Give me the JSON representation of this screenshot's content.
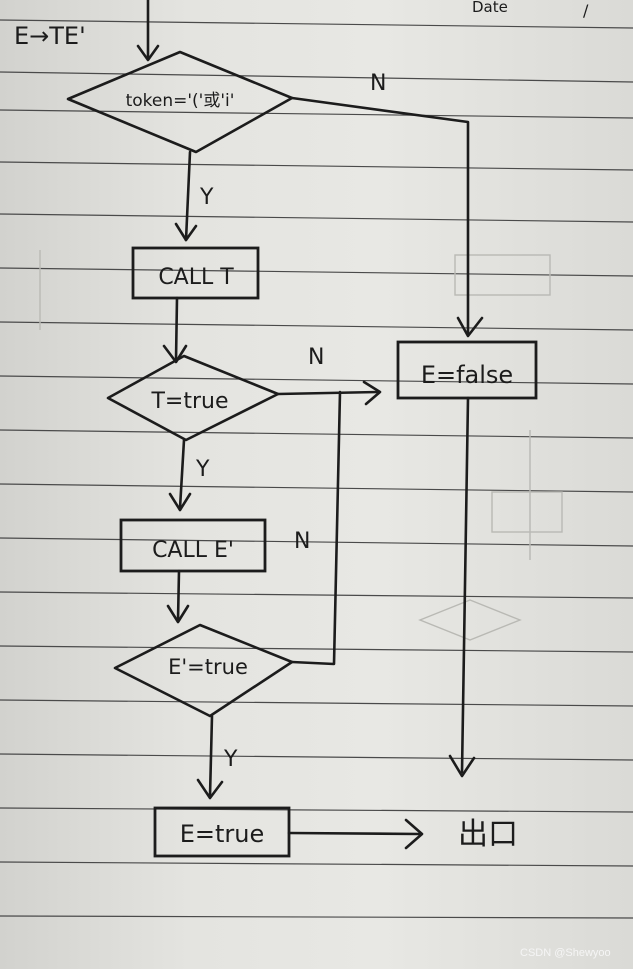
{
  "page": {
    "header_label": "Date",
    "header_slash": "/",
    "watermark": "CSDN @Shewyoo"
  },
  "diagram": {
    "title": "E→TE'",
    "decisions": {
      "token_check": "token='('或'i'",
      "t_true": "T=true",
      "e_prime_true": "E'=true"
    },
    "processes": {
      "call_t": "CALL T",
      "call_e_prime": "CALL E'",
      "e_false": "E=false",
      "e_true": "E=true"
    },
    "terminal": "出口",
    "branch_labels": {
      "yes": "Y",
      "no": "N"
    }
  }
}
